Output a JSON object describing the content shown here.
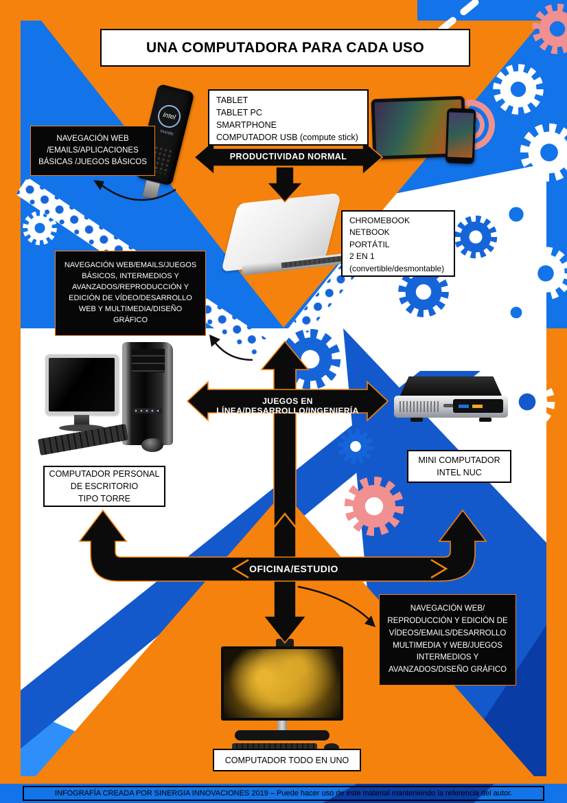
{
  "title": "UNA COMPUTADORA PARA CADA USO",
  "arrows": {
    "productivity_label": "PRODUCTIVIDAD NORMAL",
    "gaming_label": "JUEGOS EN LÍNEA/DESARROLLO/INGENIERÍA",
    "office_label": "OFICINA/ESTUDIO"
  },
  "boxes": {
    "basic_uses": "NAVEGACIÓN WEB /EMAILS/APLICACIONES BÁSICAS /JUEGOS BÁSICOS",
    "portable_devices": [
      "TABLET",
      "TABLET PC",
      "SMARTPHONE",
      "COMPUTADOR USB (compute stick)"
    ],
    "laptop_devices": [
      "CHROMEBOOK",
      "NETBOOK",
      "PORTÁTIL",
      "2 EN 1",
      "(convertible/desmontable)"
    ],
    "desktop_uses": "NAVEGACIÓN WEB/EMAILS/JUEGOS BÁSICOS, INTERMEDIOS Y AVANZADOS/REPRODUCCIÓN Y EDICIÓN DE VÍDEO/DESARROLLO WEB Y MULTIMEDIA/DISEÑO GRÁFICO",
    "tower_label": [
      "COMPUTADOR PERSONAL",
      "DE ESCRITORIO",
      "TIPO TORRE"
    ],
    "nuc_label": [
      "MINI COMPUTADOR",
      "INTEL NUC"
    ],
    "aio_uses": "NAVEGACIÓN WEB/ REPRODUCCIÓN Y EDICIÓN DE VÍDEOS/EMAILS/DESARROLLO MULTIMEDIA Y WEB/JUEGOS INTERMEDIOS Y AVANZADOS/DISEÑO GRÁFICO",
    "aio_label": "COMPUTADOR TODO EN UNO"
  },
  "devices": {
    "compute_stick_logo": [
      "intel",
      "inside"
    ]
  },
  "footer": "INFOGRAFÍA CREADA POR SINERGIA INNOVACIONES 2019 – Puede hacer uso de este material manteniendo la referencia del autor.",
  "colors": {
    "orange": "#F5820D",
    "blue": "#1373E8",
    "royal_blue": "#1459CC",
    "navy": "#0A3CA6",
    "light_blue": "#2F8FFA",
    "pink": "#F09090",
    "black": "#0B0B0B",
    "white": "#FFFFFF"
  }
}
